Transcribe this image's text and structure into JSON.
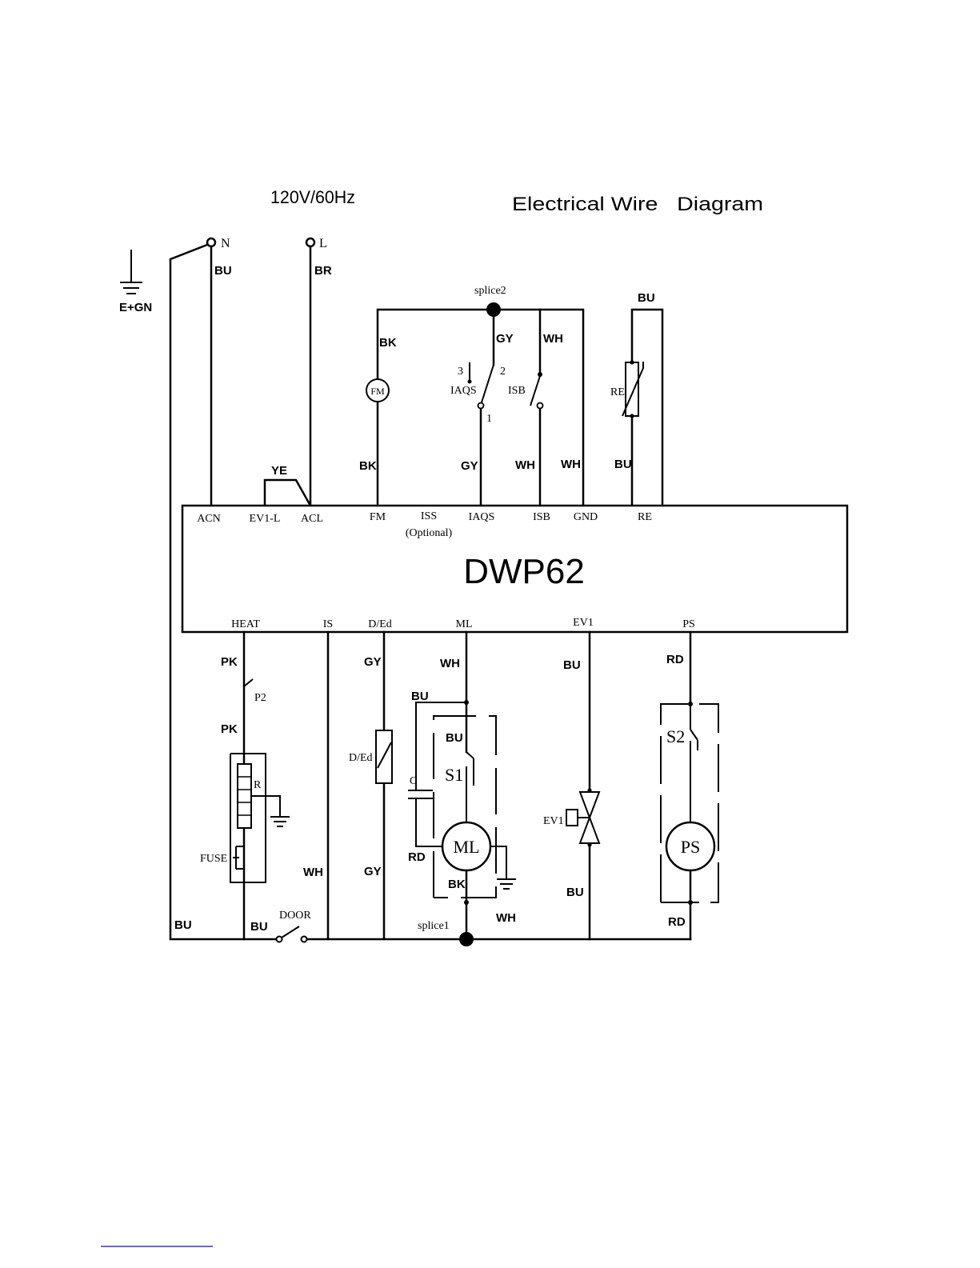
{
  "header": {
    "voltage": "120V/60Hz",
    "title": "Electrical Wire   Diagram"
  },
  "supply": {
    "neutral": "N",
    "line": "L",
    "ground": "E+GN"
  },
  "controller": {
    "name": "DWP62",
    "top_pins": [
      "ACN",
      "EV1-L",
      "ACL",
      "FM",
      "ISS",
      "IAQS",
      "ISB",
      "GND",
      "RE"
    ],
    "optional_note": "(Optional)",
    "bottom_pins": [
      "HEAT",
      "IS",
      "D/Ed",
      "ML",
      "EV1",
      "PS"
    ]
  },
  "components": {
    "fm": "FM",
    "iaqs": "IAQS",
    "iaqs_pos": [
      "1",
      "2",
      "3"
    ],
    "isb": "ISB",
    "re": "RE",
    "p2": "P2",
    "r": "R",
    "fuse": "FUSE",
    "ded": "D/Ed",
    "capacitor": "C",
    "s1": "S1",
    "ml": "ML",
    "ev1": "EV1",
    "s2": "S2",
    "ps": "PS",
    "door": "DOOR",
    "splice1": "splice1",
    "splice2": "splice2"
  },
  "wire_colors": {
    "n_bu": "BU",
    "l_br": "BR",
    "ye": "YE",
    "fm_bk_top": "BK",
    "fm_bk_bottom": "BK",
    "iaqs_gy_top": "GY",
    "iaqs_gy_bottom": "GY",
    "isb_wh_top": "WH",
    "isb_wh_bottom": "WH",
    "gnd_wh": "WH",
    "re_bu_top": "BU",
    "re_bu_bottom": "BU",
    "heat_pk_top": "PK",
    "heat_pk_mid": "PK",
    "is_wh": "WH",
    "ded_gy_top": "GY",
    "ded_gy_bottom": "GY",
    "ml_wh_top": "WH",
    "ml_bu_left": "BU",
    "ml_bu_inner": "BU",
    "ml_rd": "RD",
    "ml_bk": "BK",
    "ml_wh_bottom": "WH",
    "ev1_bu_top": "BU",
    "ev1_bu_bottom": "BU",
    "ps_rd_top": "RD",
    "ps_rd_bottom": "RD",
    "return_bu_left": "BU",
    "return_bu_door": "BU"
  },
  "colors": {
    "ink": "#000000",
    "background": "#ffffff",
    "footer_rule": "#3a3aa0"
  }
}
